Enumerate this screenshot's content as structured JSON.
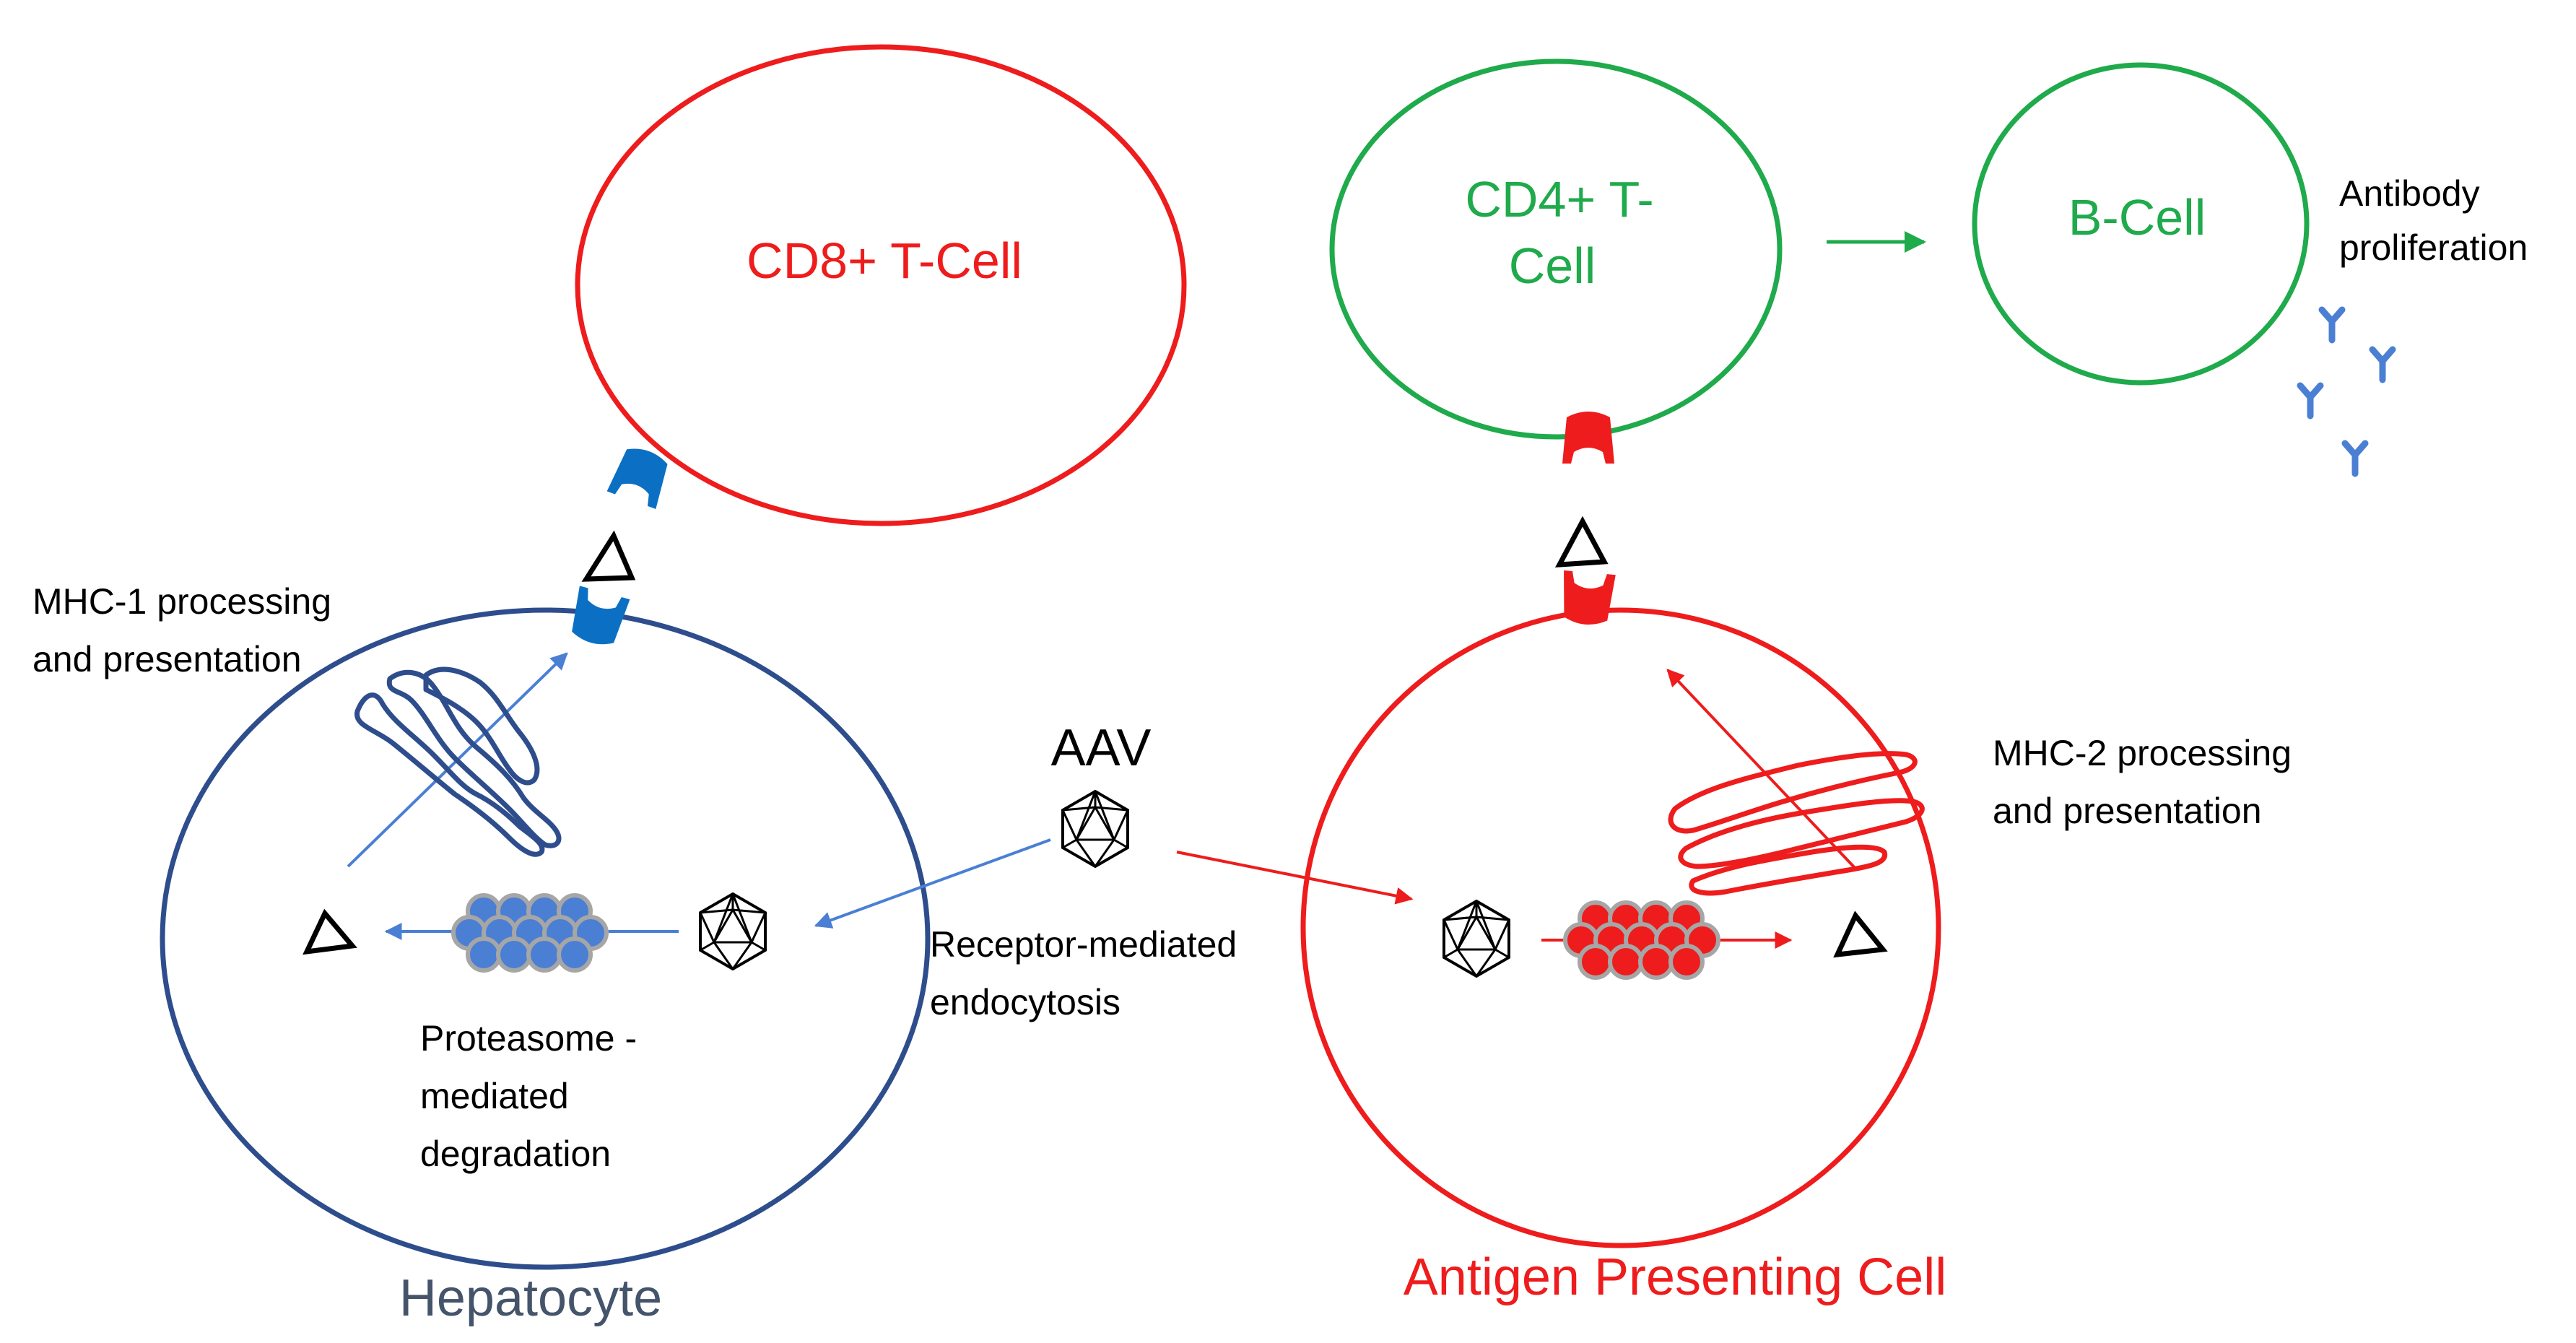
{
  "colors": {
    "red": "#ee1c1c",
    "green": "#1faa4b",
    "dark_blue": "#2e4d8c",
    "mid_blue": "#4a7fd4",
    "receptor_blue": "#0b70c4",
    "navy_text": "#44546a",
    "gray": "#a6a6a6",
    "black": "#000000"
  },
  "cells": {
    "cd8_t_cell": "CD8+ T-Cell",
    "cd4_t_cell_line1": "CD4+ T-",
    "cd4_t_cell_line2": "Cell",
    "b_cell": "B-Cell",
    "hepatocyte": "Hepatocyte",
    "apc": "Antigen Presenting Cell"
  },
  "labels": {
    "aav": "AAV",
    "antibody_line1": "Antibody",
    "antibody_line2": "proliferation",
    "mhc1_line1": "MHC-1 processing",
    "mhc1_line2": "and presentation",
    "mhc2_line1": "MHC-2 processing",
    "mhc2_line2": "and presentation",
    "endocytosis_line1": "Receptor-mediated",
    "endocytosis_line2": "endocytosis",
    "proteasome_line1": "Proteasome -",
    "proteasome_line2": "mediated",
    "proteasome_line3": "degradation"
  },
  "icons": {
    "virus": "icosahedral-capsid-icon",
    "peptide": "triangle-peptide-icon",
    "receptor": "receptor-cup-icon",
    "antibody": "y-shaped-antibody-icon",
    "proteasome": "cluster-of-spheres-icon",
    "protein": "folded-protein-outline-icon"
  }
}
